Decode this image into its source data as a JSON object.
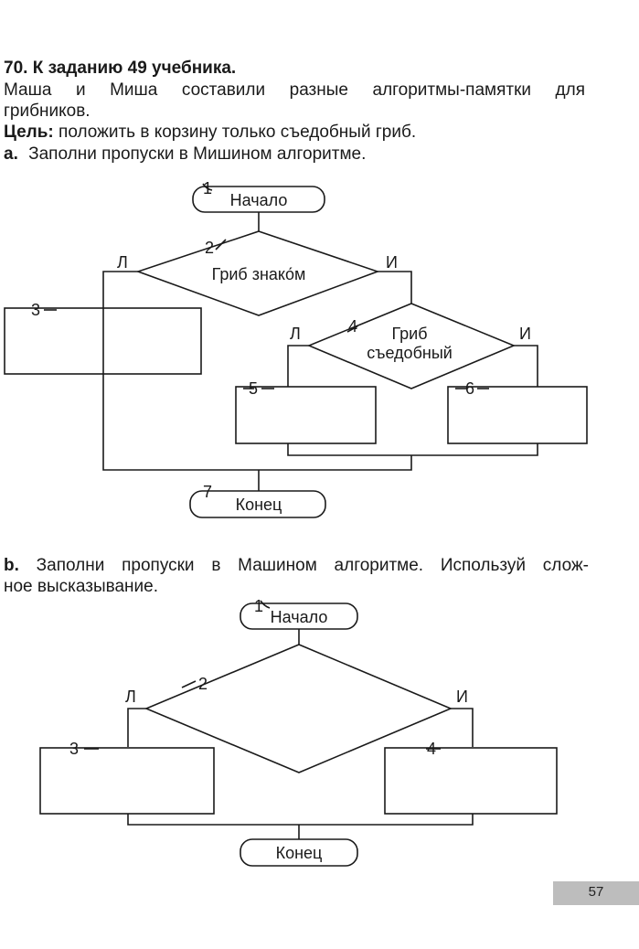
{
  "header": {
    "number": "70.",
    "title": "К заданию 49 учебника."
  },
  "intro": {
    "line1": "Маша и Миша составили разные алгоритмы-памятки для",
    "line2": "грибников.",
    "goal_label": "Цель:",
    "goal_text": "положить в корзину только съедобный гриб."
  },
  "task_a": {
    "letter": "a.",
    "text": "Заполни пропуски в Мишином алгоритме."
  },
  "flowchart_a": {
    "start_label": "Начало",
    "end_label": "Конец",
    "decision1": "Гриб знако́м",
    "decision2_line1": "Гриб",
    "decision2_line2": "съедобный",
    "false_label": "Л",
    "true_label": "И",
    "n1": "1",
    "n2": "2",
    "n3": "3",
    "n4": "4",
    "n5": "5",
    "n6": "6",
    "n7": "7"
  },
  "task_b": {
    "letter": "b.",
    "line1": "Заполни пропуски в Машином алгоритме. Используй слож-",
    "line2": "ное высказывание."
  },
  "flowchart_b": {
    "start_label": "Начало",
    "end_label": "Конец",
    "false_label": "Л",
    "true_label": "И",
    "n1": "1",
    "n2": "2",
    "n3": "3",
    "n4": "4"
  },
  "page_number": "57"
}
